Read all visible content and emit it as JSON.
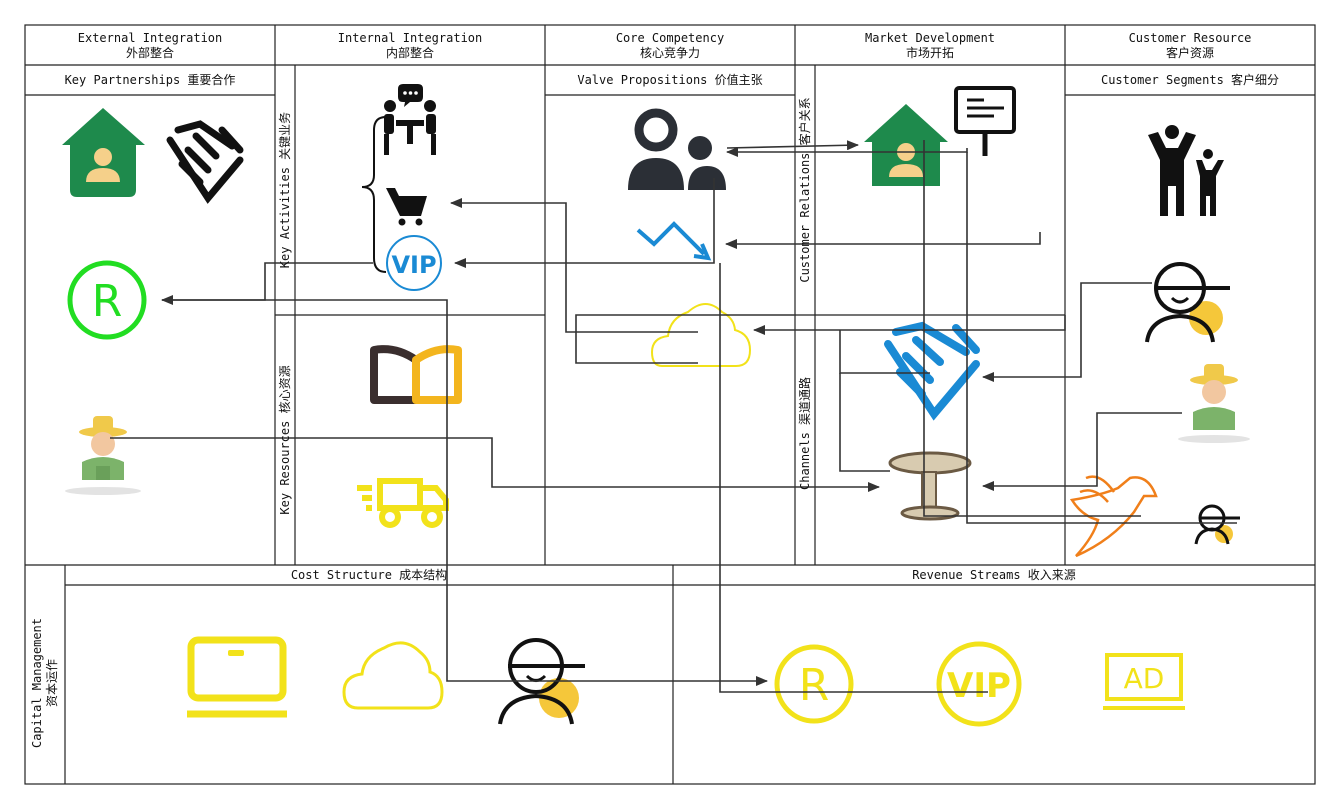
{
  "columns": [
    {
      "en": "External Integration",
      "zh": "外部整合"
    },
    {
      "en": "Internal Integration",
      "zh": "内部整合"
    },
    {
      "en": "Core Competency",
      "zh": "核心竞争力"
    },
    {
      "en": "Market Development",
      "zh": "市场开拓"
    },
    {
      "en": "Customer Resource",
      "zh": "客户资源"
    }
  ],
  "sections": {
    "key_partnerships": "Key Partnerships 重要合作",
    "key_activities": "Key Activities 关键业务",
    "key_resources": "Key Resources 核心资源",
    "value_propositions": "Valve Propositions 价值主张",
    "customer_relations": "Customer Relations 客户关系",
    "channels": "Channels 渠道通路",
    "customer_segments": "Customer Segments 客户细分",
    "capital_management_en": "Capital Management",
    "capital_management_zh": "资本运作",
    "cost_structure": "Cost Structure 成本结构",
    "revenue_streams": "Revenue Streams 收入来源"
  },
  "icons": {
    "vip_text": "VIP",
    "ad_text": "AD",
    "registered_text": "R"
  },
  "colors": {
    "border": "#222222",
    "green": "#1e8a4c",
    "bright_green": "#22dd22",
    "blue": "#1a8ad4",
    "yellow": "#f2e21a",
    "orange": "#f07f1a",
    "dark": "#2b2f36",
    "arrow": "#333333"
  }
}
